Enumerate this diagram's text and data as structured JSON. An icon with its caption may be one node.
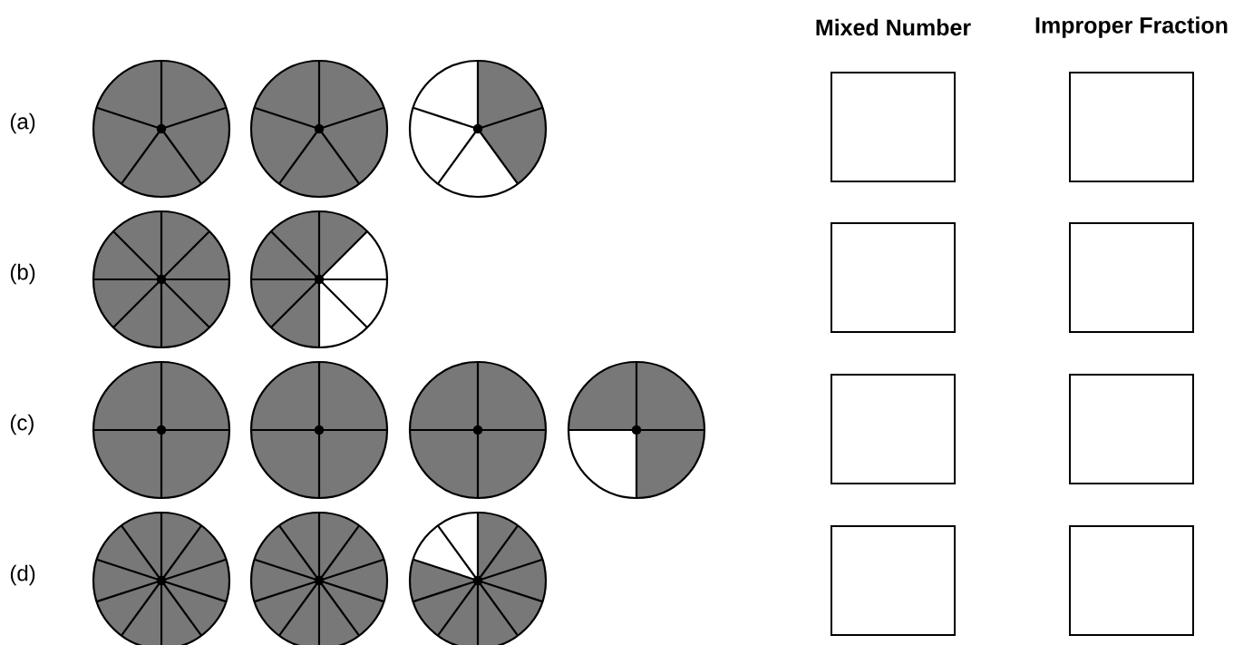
{
  "diagram": {
    "nodes": [
      {
        "text": [],
        "shape": "circle"
      },
      {
        "text": [],
        "shape": "circle"
      },
      {
        "text": [],
        "shape": "circle"
      },
      {
        "text": [],
        "shape": "box"
      },
      {
        "text": [],
        "shape": "box"
      },
      {
        "text": [],
        "shape": "circle"
      },
      {
        "text": [],
        "shape": "circle"
      },
      {
        "text": [],
        "shape": "box"
      },
      {
        "text": [],
        "shape": "box"
      },
      {
        "text": [],
        "shape": "circle"
      },
      {
        "text": [],
        "shape": "circle"
      },
      {
        "text": [],
        "shape": "circle"
      },
      {
        "text": [],
        "shape": "circle"
      },
      {
        "text": [],
        "shape": "box"
      },
      {
        "text": [],
        "shape": "box"
      },
      {
        "text": [],
        "shape": "circle"
      },
      {
        "text": [],
        "shape": "circle"
      },
      {
        "text": [],
        "shape": "circle"
      },
      {
        "text": [],
        "shape": "box"
      },
      {
        "text": [],
        "shape": "box"
      }
    ],
    "labels": [
      "Mixed Number",
      "Improper Fraction",
      "(a)",
      "(b)",
      "(c)",
      "(d)"
    ]
  }
}
